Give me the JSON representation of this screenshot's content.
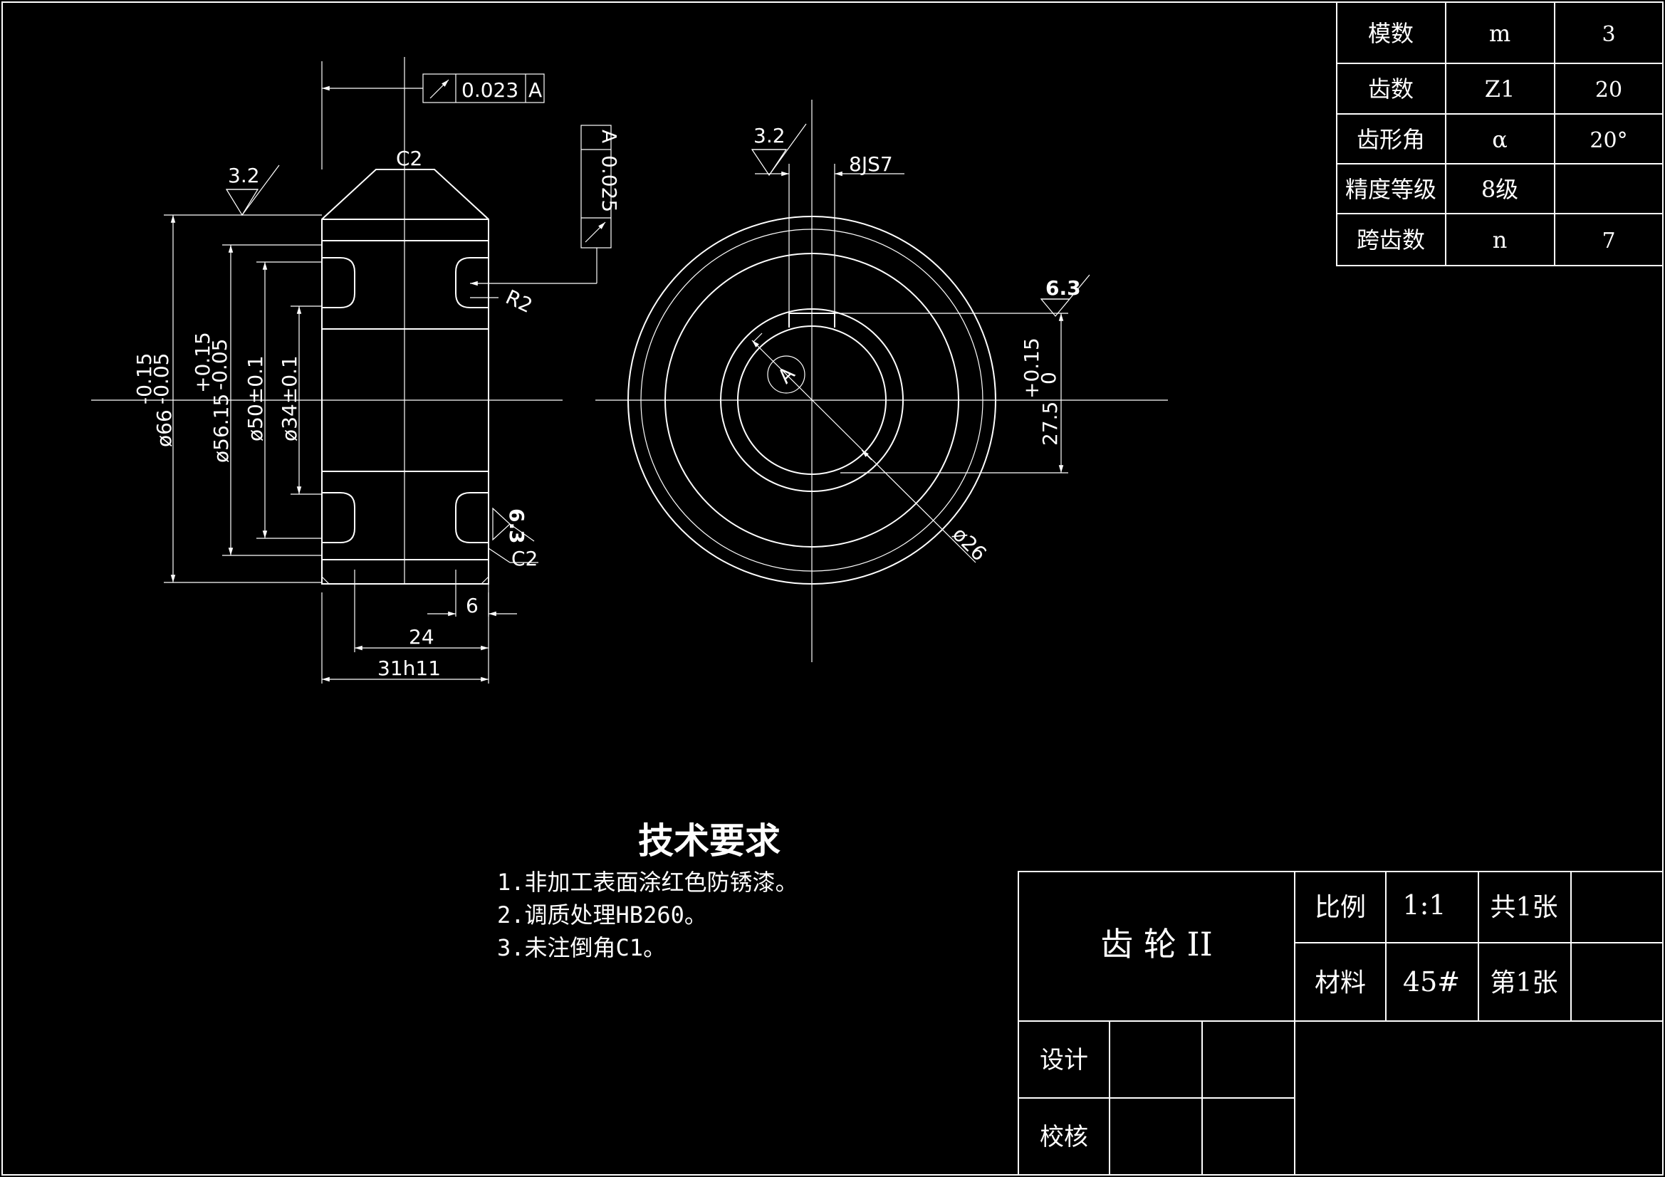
{
  "gear_params": {
    "rows": [
      {
        "name": "模数",
        "symbol": "m",
        "value": "3"
      },
      {
        "name": "齿数",
        "symbol": "Z1",
        "value": "20"
      },
      {
        "name": "齿形角",
        "symbol": "α",
        "value": "20°"
      },
      {
        "name": "精度等级",
        "symbol": "8级",
        "value": ""
      },
      {
        "name": "跨齿数",
        "symbol": "n",
        "value": "7"
      }
    ]
  },
  "annotations": {
    "runout_top": "0.023",
    "datum": "A",
    "runout_side": "0.025",
    "chamfer_top": "C2",
    "chamfer_bottom": "C2",
    "fillet": "R2",
    "rough_left": "3.2",
    "rough_front": "3.2",
    "rough_keyway": "6.3",
    "rough_side": "6.3",
    "keyway_width": "8JS7",
    "dia_outer": "ø66",
    "dia_outer_tol": "-0.15",
    "dia_outer_tol2": "-0.05",
    "dia_pitch": "ø56.15",
    "dia_pitch_tol_up": "+0.15",
    "dia_pitch_tol_low": "-0.05",
    "dia_50": "ø50±0.1",
    "dia_34": "ø34±0.1",
    "dim_6": "6",
    "dim_24": "24",
    "dim_31": "31h11",
    "keyway_depth": "27.5",
    "keyway_depth_tol_up": "+0.15",
    "keyway_depth_tol_low": "0",
    "bore": "ø26"
  },
  "requirements": {
    "title": "技术要求",
    "items": [
      "1.非加工表面涂红色防锈漆。",
      "2.调质处理HB260。",
      "3.未注倒角C1。"
    ]
  },
  "title_block": {
    "part_name": "齿 轮 II",
    "scale_label": "比例",
    "scale_value": "1:1",
    "sheets_total": "共1张",
    "material_label": "材料",
    "material_value": "45#",
    "sheet_no": "第1张",
    "designer_label": "设计",
    "checker_label": "校核"
  }
}
